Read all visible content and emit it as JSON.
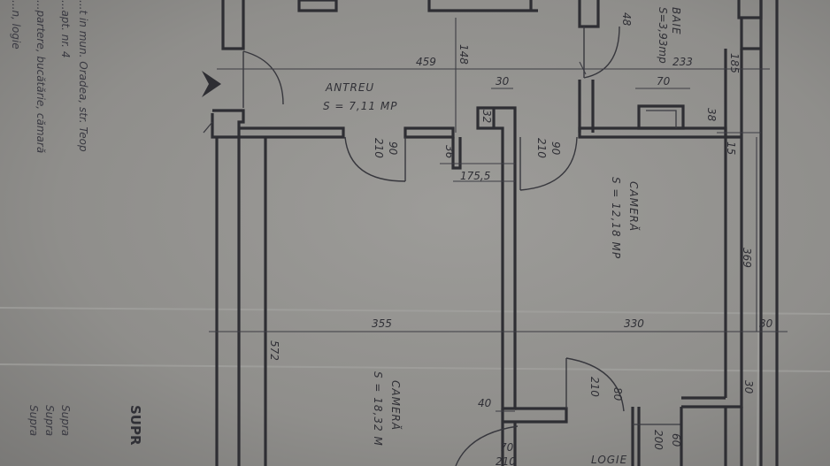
{
  "rooms": {
    "antreu_name": "ANTREU",
    "antreu_area": "S = 7,11 MP",
    "baie_name": "BAIE",
    "baie_area": "S=3,93mp",
    "camera1_name": "CAMERĂ",
    "camera1_area": "S = 12,18 MP",
    "camera2_name": "CAMERĂ",
    "camera2_area": "S = 18,32 M",
    "logie_name": "LOGIE"
  },
  "dimensions": {
    "d459": "459",
    "d148": "148",
    "d233": "233",
    "d185": "185",
    "d48": "48",
    "d30a": "30",
    "d70a": "70",
    "d38": "38",
    "d32": "32",
    "d15": "15",
    "d36": "36",
    "d1755": "175,5",
    "door1_w": "90",
    "door1_h": "210",
    "door2_w": "90",
    "door2_h": "210",
    "d369": "369",
    "d355": "355",
    "d330": "330",
    "d30b": "30",
    "d572": "572",
    "d30c": "30",
    "door3_w": "80",
    "door3_h": "210",
    "d40": "40",
    "d70b": "70",
    "d210b": "210",
    "d60": "60",
    "d200": "200"
  },
  "notes": {
    "line1": "...t in mun. Oradea, str. Teop",
    "line2": "...apt. nr. 4",
    "line3": "...partere, bucătărie, cămară",
    "line4": "...n, logie",
    "title_fragment": "SUPR",
    "side1": "Supra",
    "side2": "Supra",
    "side3": "Supra"
  }
}
